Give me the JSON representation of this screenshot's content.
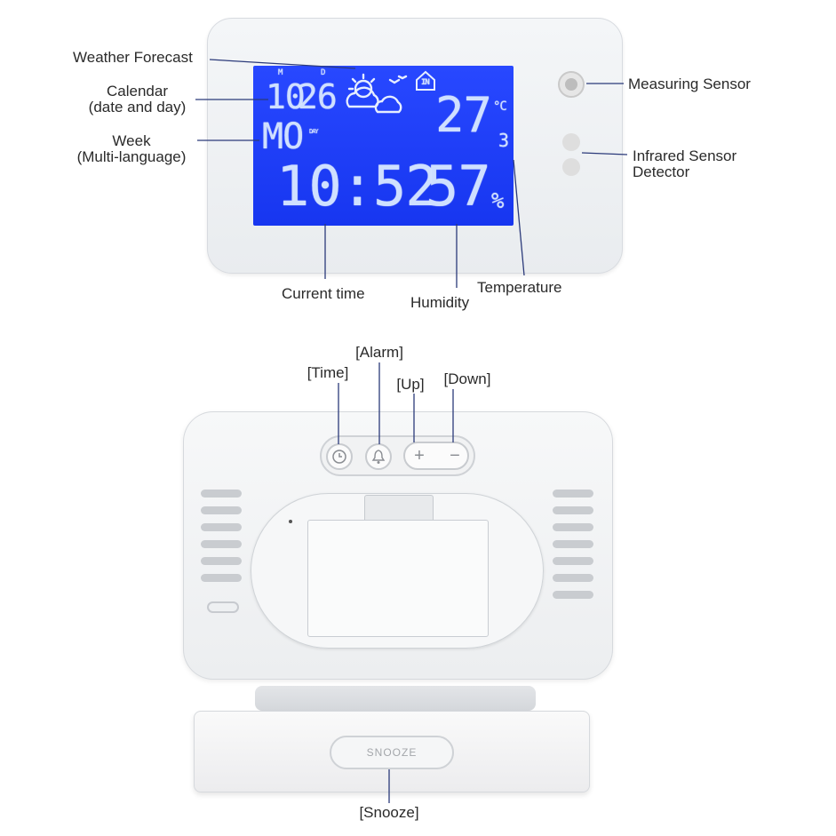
{
  "front": {
    "lcd": {
      "month_marker": "M",
      "day_marker": "D",
      "date_month": "10",
      "date_day": "26",
      "indoor_badge": "IN",
      "temp_main": "27",
      "temp_unit": "°C",
      "temp_decimal": "3",
      "week_day": "MO",
      "day_tag": "DAY",
      "time": "10:52",
      "humidity": "57",
      "humidity_unit": "%"
    },
    "labels": {
      "weather_forecast": "Weather Forecast",
      "calendar_line1": "Calendar",
      "calendar_line2": "(date and day)",
      "week_line1": "Week",
      "week_line2": "(Multi-language)",
      "current_time": "Current time",
      "humidity": "Humidity",
      "temperature": "Temperature",
      "measuring_sensor": "Measuring Sensor",
      "infrared_line1": "Infrared Sensor",
      "infrared_line2": "Detector"
    }
  },
  "back": {
    "labels": {
      "time": "[Time]",
      "alarm": "[Alarm]",
      "up": "[Up]",
      "down": "[Down]",
      "snooze": "[Snooze]"
    },
    "buttons": {
      "up_symbol": "+",
      "down_symbol": "−",
      "time_icon": "clock-icon",
      "alarm_icon": "bell-icon"
    },
    "snooze_button_text": "SNOOZE"
  },
  "colors": {
    "lcd_blue": "#1e3ff6",
    "segment_text": "#cfe0ff",
    "leader_line": "#2b3a7a"
  }
}
